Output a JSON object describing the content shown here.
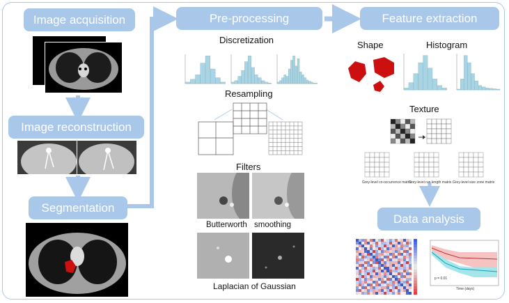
{
  "boxes": {
    "image_acquisition": "Image acquisition",
    "image_reconstruction": "Image reconstruction",
    "segmentation": "Segmentation",
    "pre_processing": "Pre-processing",
    "feature_extraction": "Feature extraction",
    "data_analysis": "Data analysis"
  },
  "preprocessing": {
    "discretization": "Discretization",
    "resampling": "Resampling",
    "filters": "Filters",
    "butterworth": "Butterworth",
    "smoothing": "smoothing",
    "log": "Laplacian of Gaussian"
  },
  "features": {
    "shape": "Shape",
    "histogram": "Histogram",
    "texture": "Texture",
    "glcm": "Grey-level co-occurrence matrix",
    "glrlm": "Grey-level run length matrix",
    "glszm": "Grey-level size zone matrix"
  },
  "analysis": {
    "p_value": "p = 0.01",
    "x_axis": "Time (days)"
  },
  "colors": {
    "box": "#a9c7e8",
    "arrow": "#a9c7e8",
    "hist_bar": "#a8d4e6",
    "lesion": "#cc1010"
  }
}
